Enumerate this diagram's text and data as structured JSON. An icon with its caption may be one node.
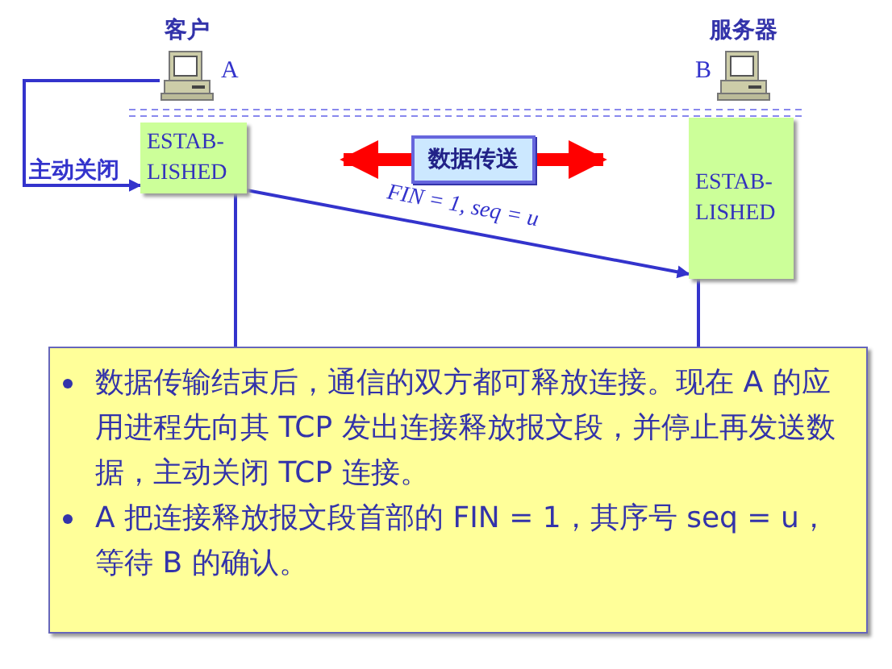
{
  "diagram": {
    "nodes": [
      {
        "text": [
          "客户"
        ],
        "beside": [
          "A"
        ]
      },
      {
        "text": [
          "ESTAB- LISHED"
        ]
      },
      {
        "text": [
          "服务器"
        ],
        "beside": [
          "B"
        ]
      },
      {
        "text": [
          "ESTAB- LISHED"
        ]
      },
      {
        "text": [
          "数据传送"
        ]
      },
      {
        "text": [
          "数据传输结束后，通信的双方都可释放连接。现在 A 的应用进程先向其 TCP 发出连接释放报文段，并停止再发送数据，主动关闭 TCP 连接。",
          "A 把连接释放报文段首部的 FIN = 1，其序号 seq = u，等待 B 的确认。"
        ]
      }
    ],
    "edges": [
      {
        "from": 0,
        "to": 1,
        "arrow": "to",
        "label": "主动关闭"
      },
      {
        "from": 1,
        "to": 3,
        "arrow": "to",
        "label": "FIN = 1, seq = u"
      },
      {
        "from": 4,
        "to": null,
        "arrow": "to",
        "style": "thick",
        "color": "#ff0000"
      },
      {
        "from": 4,
        "to": null,
        "arrow": "to",
        "style": "thick",
        "color": "#ff0000"
      },
      {
        "from": 1,
        "to": 5,
        "arrow": "none"
      },
      {
        "from": 3,
        "to": 5,
        "arrow": "none"
      }
    ]
  }
}
